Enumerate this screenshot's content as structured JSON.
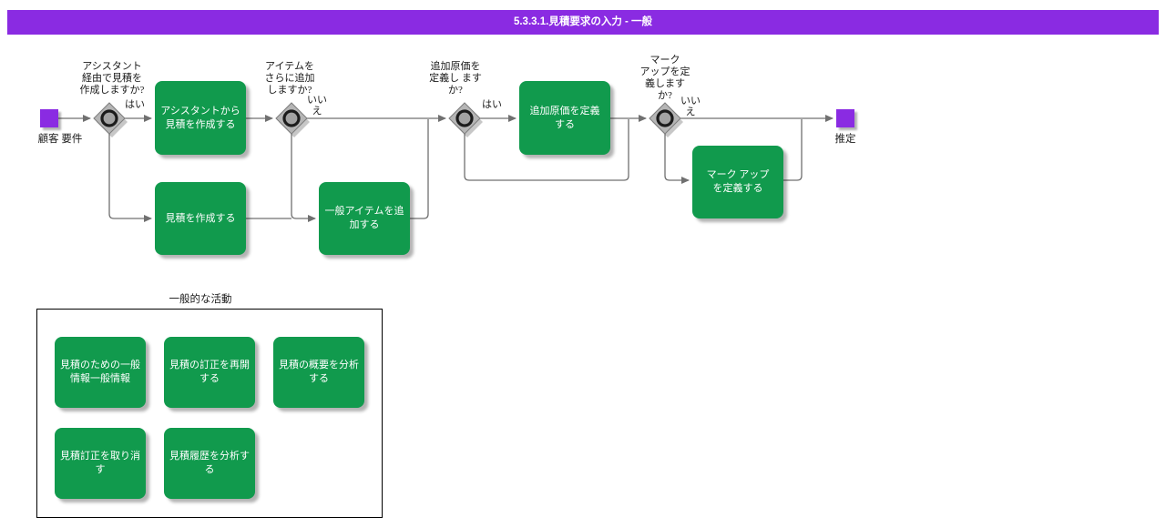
{
  "header": {
    "title": "5.3.3.1.見積要求の入力 - 一般"
  },
  "colors": {
    "accent_purple": "#8A2BE2",
    "task_green": "#119A4D",
    "connector_gray": "#707070",
    "gateway_gray": "#B5B5B5"
  },
  "flow": {
    "start": {
      "label": "顧客 要件"
    },
    "end": {
      "label": "推定"
    },
    "gateways": [
      {
        "question": "アシスタント\n経由で見積を\n作成しますか?",
        "branch": "はい"
      },
      {
        "question": "アイテムを\nさらに追加\nしますか?",
        "branch": "いい\nえ"
      },
      {
        "question": "追加原価を\n定義し ます\nか?",
        "branch": "はい"
      },
      {
        "question": "マーク\nアップを定\n義します\nか?",
        "branch": "いい\nえ"
      }
    ],
    "tasks": [
      {
        "label": "アシスタントから\n見積を作成する"
      },
      {
        "label": "見積を作成する"
      },
      {
        "label": "一般アイテムを追\n加する"
      },
      {
        "label": "追加原価を定義\nする"
      },
      {
        "label": "マーク アップ\nを定義する"
      }
    ]
  },
  "general_activities": {
    "title": "一般的な活動",
    "tasks": [
      {
        "label": "見積のための一般\n情報一般情報"
      },
      {
        "label": "見積の訂正を再開\nする"
      },
      {
        "label": "見積の概要を分析\nする"
      },
      {
        "label": "見積訂正を取り消\nす"
      },
      {
        "label": "見積履歴を分析す\nる"
      }
    ]
  }
}
